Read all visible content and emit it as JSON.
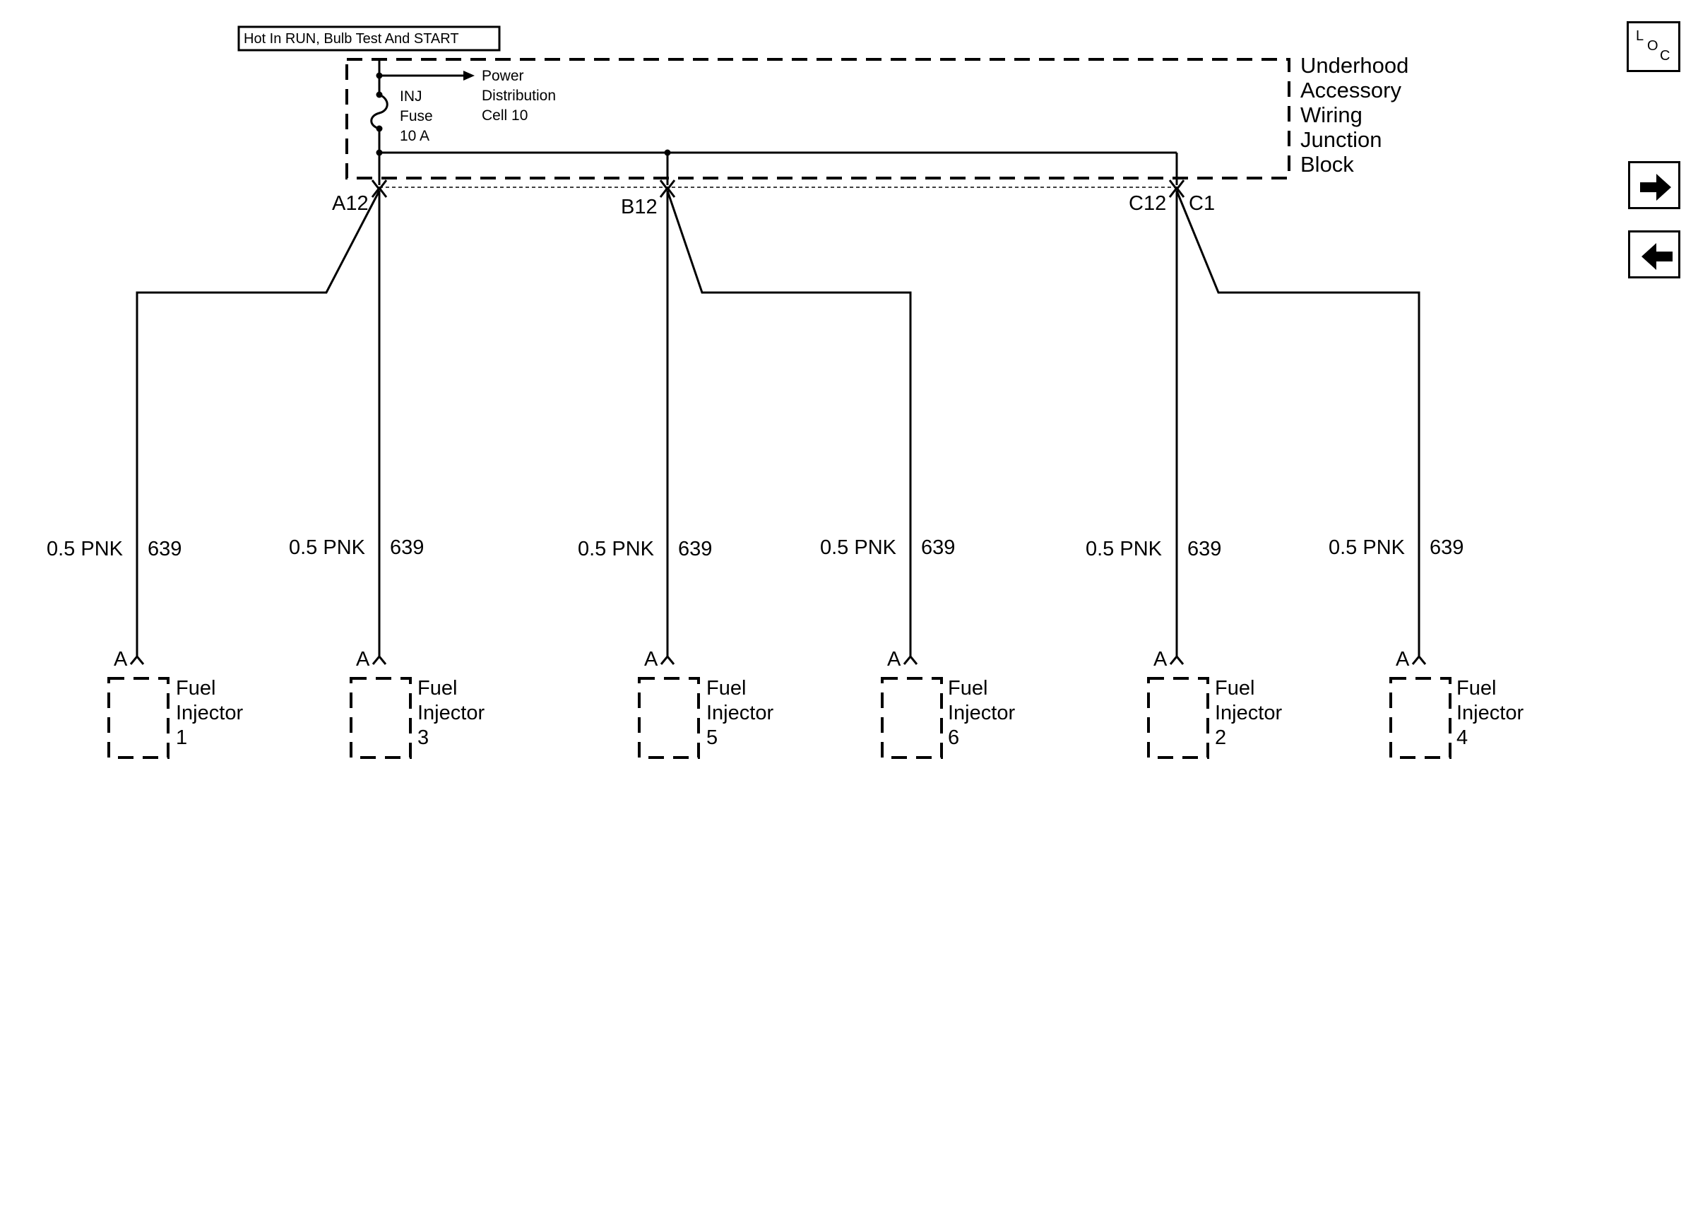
{
  "header_label": "Hot In RUN, Bulb Test And START",
  "fuse": {
    "line1": "INJ",
    "line2": "Fuse",
    "line3": "10 A"
  },
  "power_distribution": {
    "line1": "Power",
    "line2": "Distribution",
    "line3": "Cell 10"
  },
  "junction_block": [
    "Underhood",
    "Accessory",
    "Wiring",
    "Junction",
    "Block"
  ],
  "connectors": {
    "a": "A12",
    "b": "B12",
    "c1": "C12",
    "c2": "C1"
  },
  "wires": [
    {
      "gauge_color": "0.5 PNK",
      "circuit": "639"
    },
    {
      "gauge_color": "0.5 PNK",
      "circuit": "639"
    },
    {
      "gauge_color": "0.5 PNK",
      "circuit": "639"
    },
    {
      "gauge_color": "0.5 PNK",
      "circuit": "639"
    },
    {
      "gauge_color": "0.5 PNK",
      "circuit": "639"
    },
    {
      "gauge_color": "0.5 PNK",
      "circuit": "639"
    }
  ],
  "injectors": [
    {
      "pin": "A",
      "line1": "Fuel",
      "line2": "Injector",
      "number": "1"
    },
    {
      "pin": "A",
      "line1": "Fuel",
      "line2": "Injector",
      "number": "3"
    },
    {
      "pin": "A",
      "line1": "Fuel",
      "line2": "Injector",
      "number": "5"
    },
    {
      "pin": "A",
      "line1": "Fuel",
      "line2": "Injector",
      "number": "6"
    },
    {
      "pin": "A",
      "line1": "Fuel",
      "line2": "Injector",
      "number": "2"
    },
    {
      "pin": "A",
      "line1": "Fuel",
      "line2": "Injector",
      "number": "4"
    }
  ],
  "nav": {
    "loc": {
      "l": "L",
      "o": "O",
      "c": "C"
    },
    "forward_icon": "arrow-right-icon",
    "back_icon": "arrow-left-icon"
  }
}
